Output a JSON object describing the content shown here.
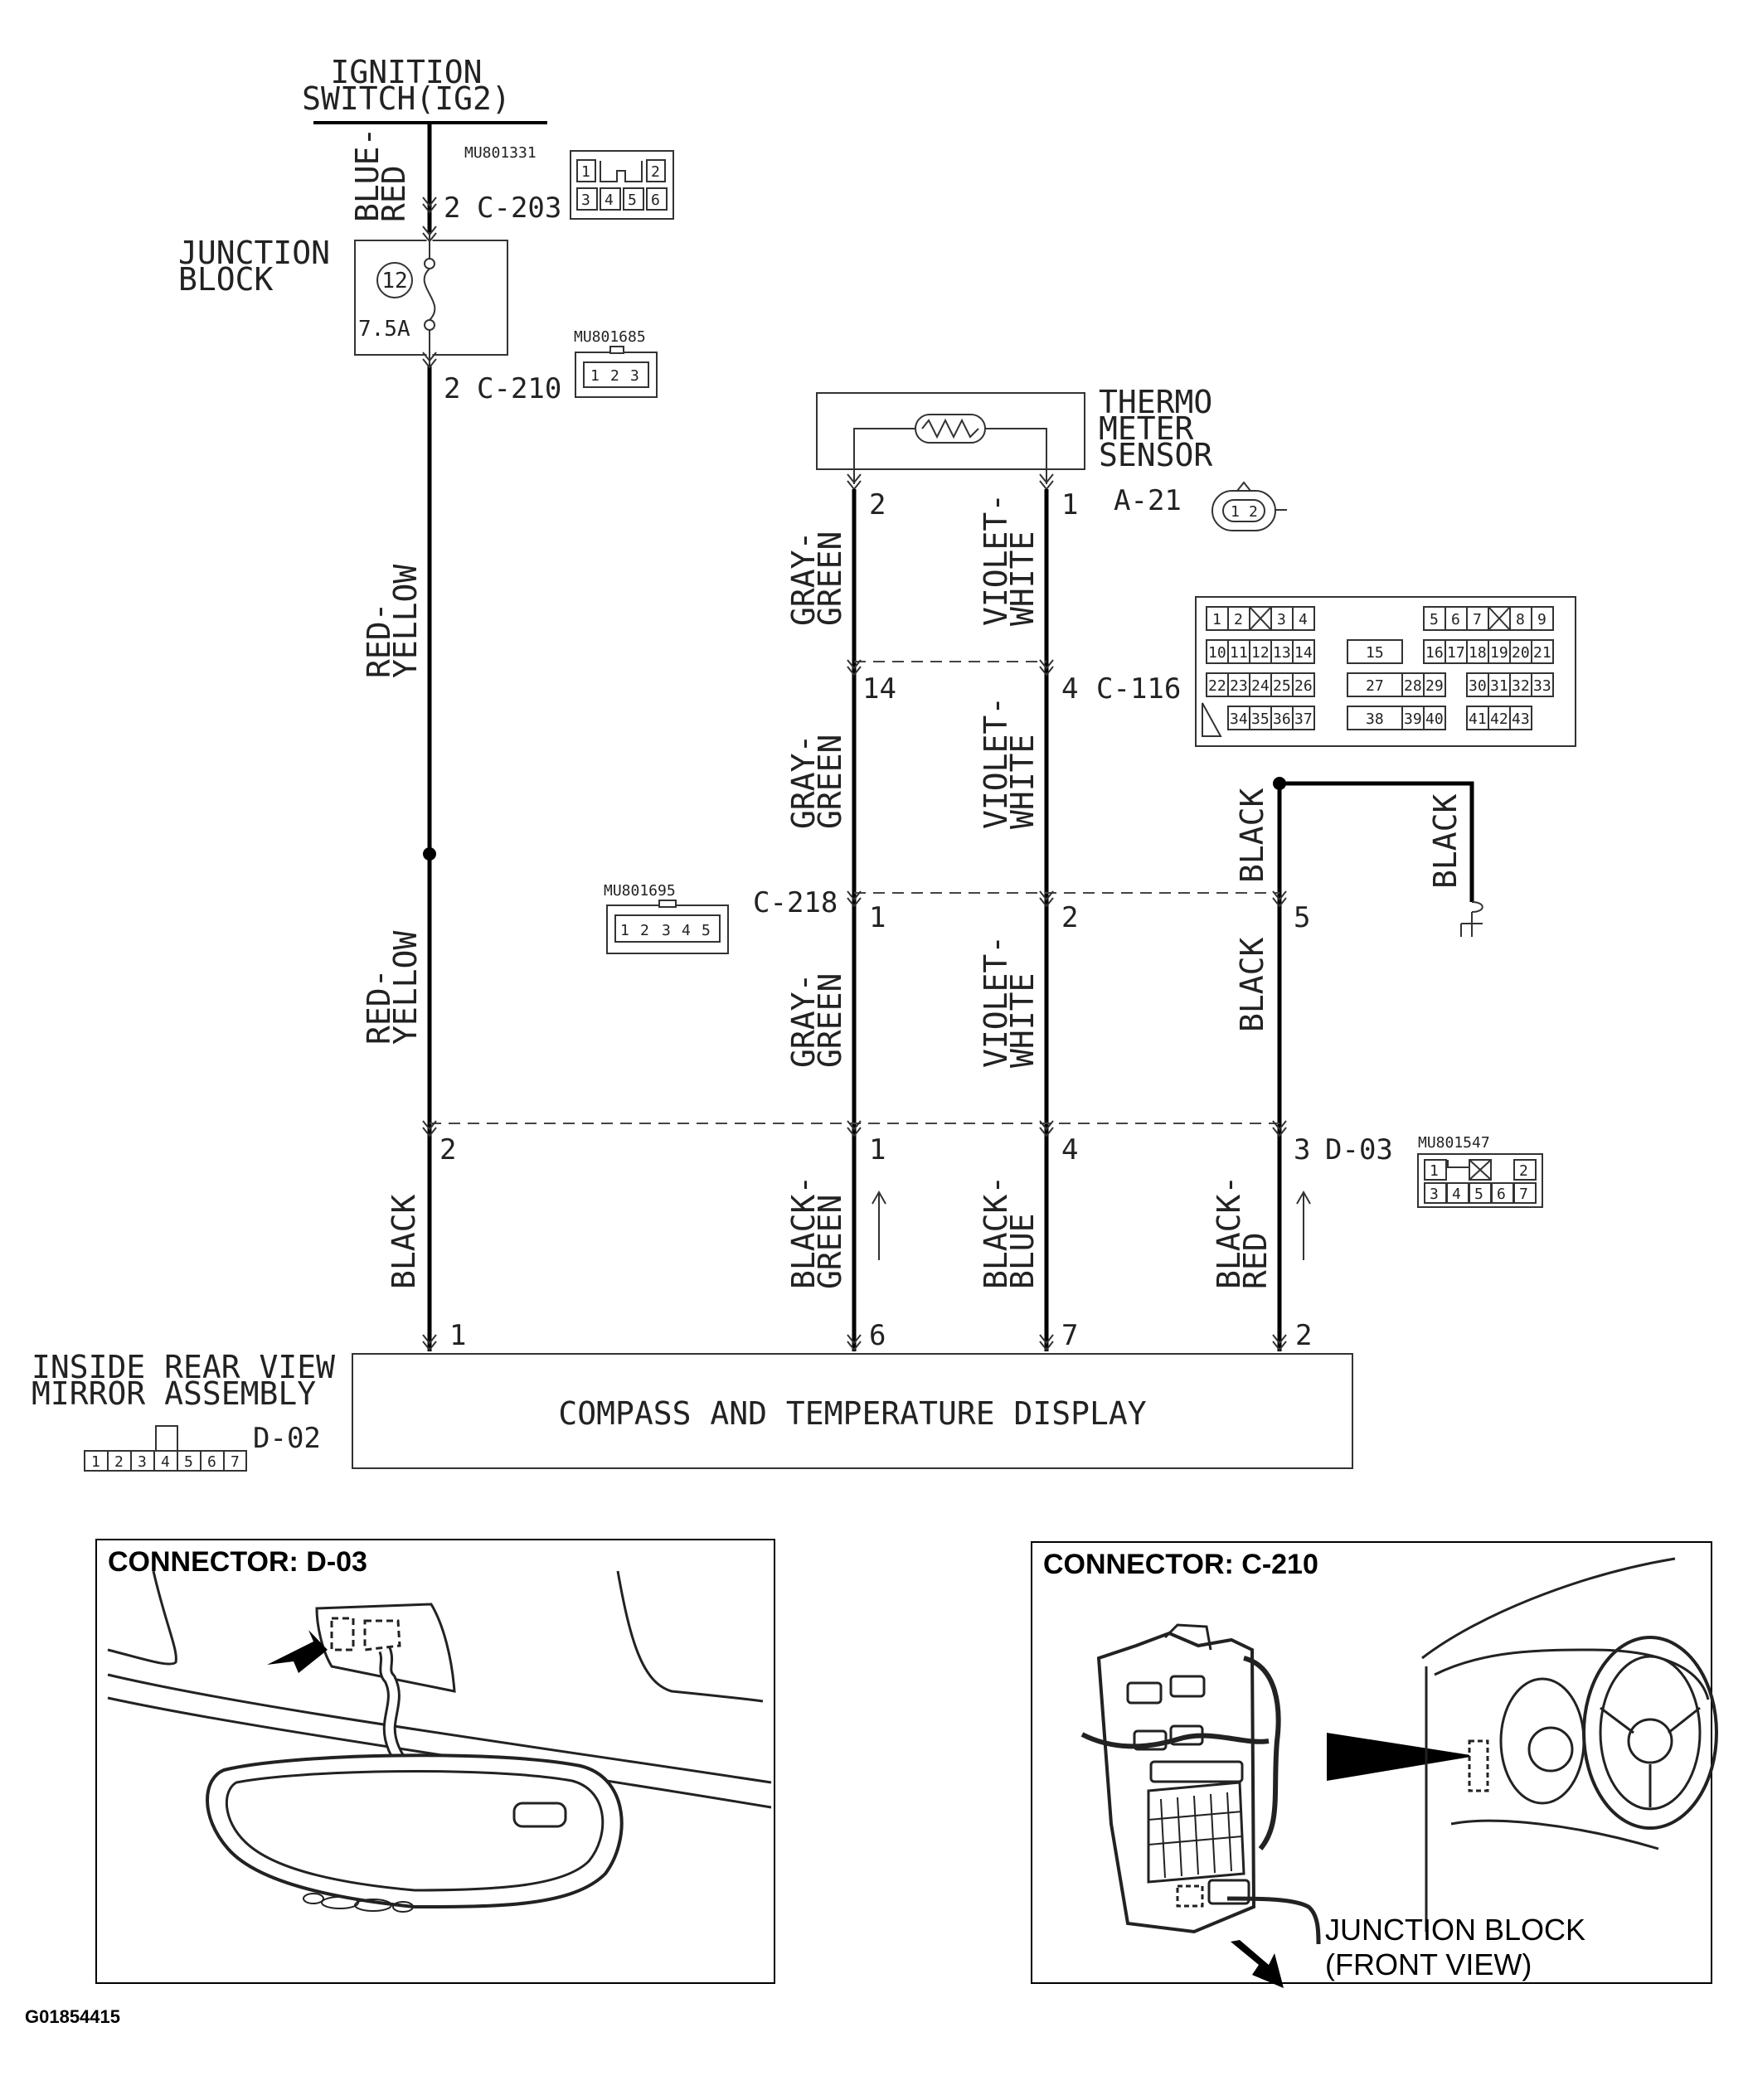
{
  "power_source": {
    "line1": "IGNITION",
    "line2": "SWITCH(IG2)"
  },
  "junction_block": {
    "line1": "JUNCTION",
    "line2": "BLOCK",
    "fuse_number": "12",
    "fuse_rating": "7.5A"
  },
  "connectors": {
    "c203": {
      "pin": "2",
      "id": "C-203",
      "part": "MU801331",
      "pins": [
        "1",
        "",
        "2",
        "3",
        "4",
        "5",
        "6"
      ]
    },
    "c210": {
      "pin": "2",
      "id": "C-210",
      "part": "MU801685",
      "pins": [
        "1",
        "2",
        "3"
      ]
    },
    "a21": {
      "id": "A-21",
      "pins": [
        "1",
        "2"
      ]
    },
    "c116": {
      "id": "C-116",
      "pin_gray_green": "14",
      "pin_violet_white": "4",
      "row1": [
        "1",
        "2",
        "3",
        "4",
        "5",
        "6",
        "7",
        "8",
        "9"
      ],
      "row2": [
        "10",
        "11",
        "12",
        "13",
        "14",
        "15",
        "16",
        "17",
        "18",
        "19",
        "20",
        "21"
      ],
      "row3": [
        "22",
        "23",
        "24",
        "25",
        "26",
        "27",
        "28",
        "29",
        "30",
        "31",
        "32",
        "33"
      ],
      "row4": [
        "34",
        "35",
        "36",
        "37",
        "38",
        "39",
        "40",
        "41",
        "42",
        "43"
      ]
    },
    "c218": {
      "id": "C-218",
      "part": "MU801695",
      "pin_gray_green": "1",
      "pin_violet_white": "2",
      "pin_black": "5",
      "pins": [
        "1",
        "2",
        "3",
        "4",
        "5"
      ]
    },
    "d03": {
      "id": "D-03",
      "part": "MU801547",
      "pin_red_yellow": "2",
      "pin_gray_green": "1",
      "pin_violet_white": "4",
      "pin_black": "3",
      "pins": [
        "1",
        "",
        "2",
        "3",
        "4",
        "5",
        "6",
        "7"
      ]
    },
    "d02": {
      "id": "D-02",
      "pin_black": "1",
      "pin_black_green": "6",
      "pin_black_blue": "7",
      "pin_black_red": "2",
      "pins": [
        "1",
        "2",
        "3",
        "4",
        "5",
        "6",
        "7"
      ]
    }
  },
  "sensor": {
    "line1": "THERMO",
    "line2": "METER",
    "line3": "SENSOR",
    "pin_left": "2",
    "pin_right": "1"
  },
  "wires": {
    "blue_red": [
      "BLUE-",
      "RED"
    ],
    "red_yellow": [
      "RED-",
      "YELLOW"
    ],
    "gray_green": [
      "GRAY-",
      "GREEN"
    ],
    "violet_white": [
      "VIOLET-",
      "WHITE"
    ],
    "black": "BLACK",
    "black_green": [
      "BLACK-",
      "GREEN"
    ],
    "black_blue": [
      "BLACK-",
      "BLUE"
    ],
    "black_red": [
      "BLACK-",
      "RED"
    ]
  },
  "mirror": {
    "line1": "INSIDE REAR VIEW",
    "line2": "MIRROR ASSEMBLY",
    "display": "COMPASS AND TEMPERATURE DISPLAY"
  },
  "panels": {
    "left_caption": "CONNECTOR: D-03",
    "right_caption": "CONNECTOR: C-210",
    "callout_line1": "JUNCTION BLOCK",
    "callout_line2": "(FRONT VIEW)"
  },
  "figure_id": "G01854415"
}
